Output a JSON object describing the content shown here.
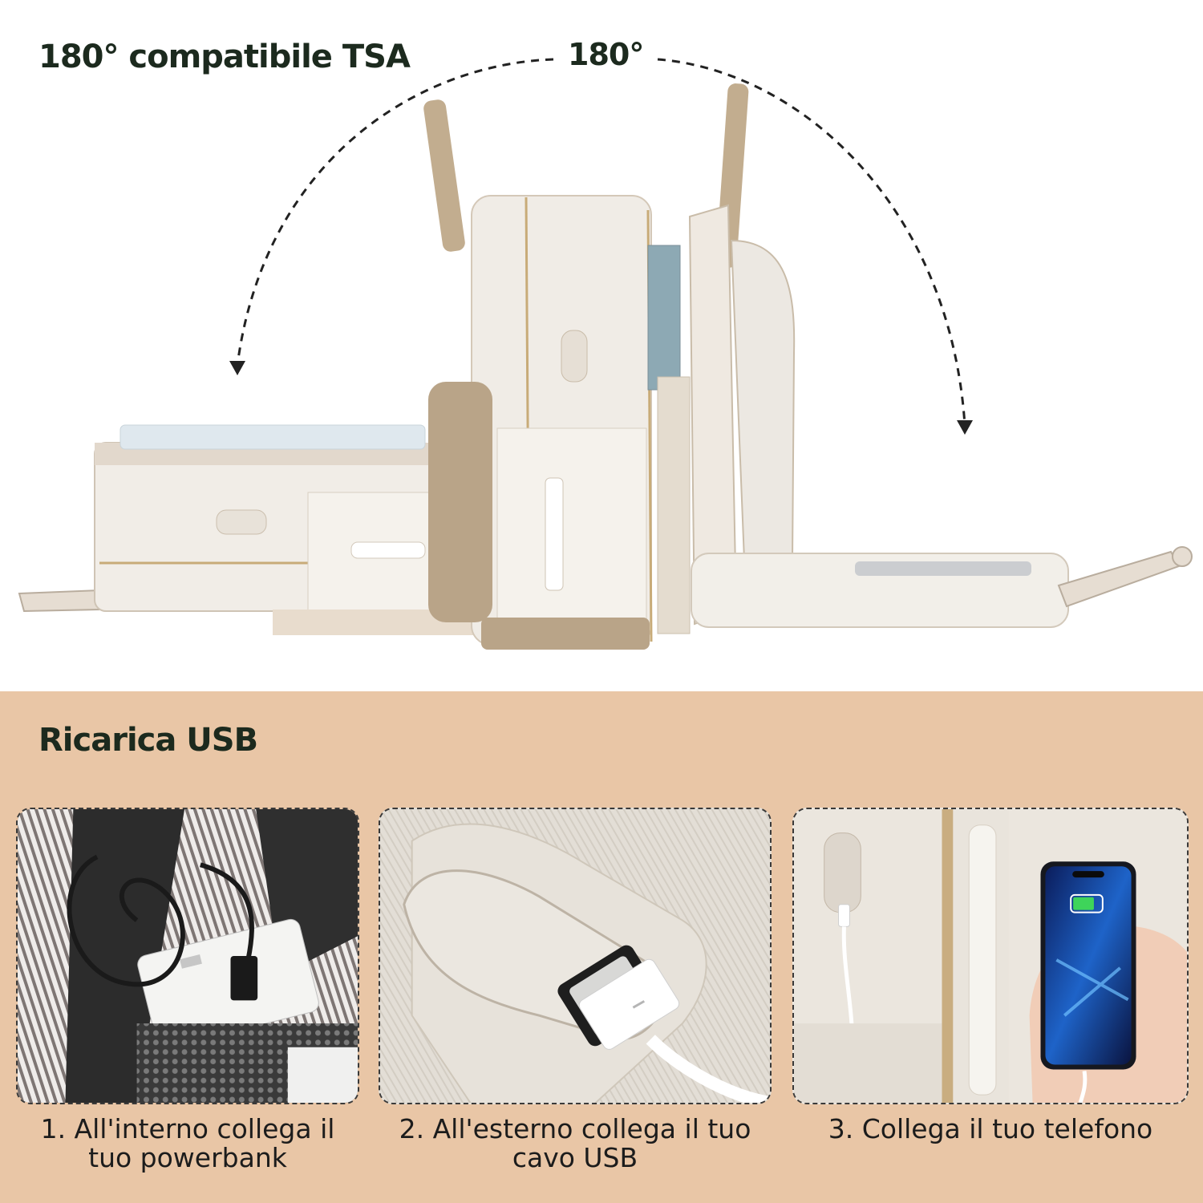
{
  "header": {
    "title": "180° compatibile TSA",
    "angle_label": "180°"
  },
  "usb_section": {
    "title": "Ricarica USB",
    "steps": [
      {
        "caption": "1. All'interno collega il tuo powerbank"
      },
      {
        "caption": "2. All'esterno collega il tuo cavo USB"
      },
      {
        "caption": "3. Collega il tuo telefono"
      }
    ]
  },
  "colors": {
    "bottom_background": "#e9c6a6",
    "heading_text": "#1c2a1e",
    "bag_cream": "#efebe4",
    "bag_tan": "#b9a488"
  }
}
